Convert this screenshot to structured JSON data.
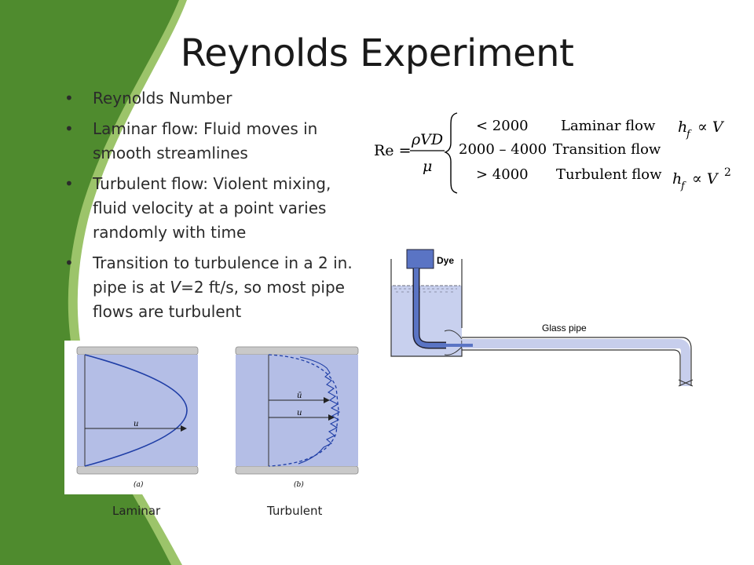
{
  "slide": {
    "title": "Reynolds Experiment",
    "bullets": [
      {
        "id": "reynolds-number",
        "text": "Reynolds Number"
      },
      {
        "id": "laminar",
        "text": "Laminar flow:  Fluid moves in smooth streamlines"
      },
      {
        "id": "turbulent",
        "text": "Turbulent flow: Violent mixing, fluid velocity at a point varies randomly with time"
      },
      {
        "id": "transition",
        "pre": "Transition to turbulence in a 2 in. pipe is at ",
        "italic": "V",
        "post": "=2 ft/s, so most pipe flows are turbulent"
      }
    ],
    "bullet_glyph": "•",
    "colors": {
      "accent_green": "#4f8b2e",
      "light_green": "#9cc46a",
      "pipe_blue": "#b4bee6",
      "curve_blue": "#1f3ea6",
      "dye_blue": "#5a74c4"
    }
  },
  "formula": {
    "lhs": "Re =",
    "numerator": "ρVD",
    "denominator": "μ",
    "cases": [
      {
        "range": "< 2000",
        "regime": "Laminar flow",
        "loss": "h",
        "loss_sub": "f",
        "loss_rel": "∝ V",
        "loss_sup": ""
      },
      {
        "range": "2000 – 4000",
        "regime": "Transition flow",
        "loss": "",
        "loss_sub": "",
        "loss_rel": "",
        "loss_sup": ""
      },
      {
        "range": "> 4000",
        "regime": "Turbulent flow",
        "loss": "h",
        "loss_sub": "f",
        "loss_rel": "∝ V",
        "loss_sup": "2"
      }
    ]
  },
  "figures": {
    "laminar": {
      "panel_label": "(a)",
      "arrow_label": "u",
      "caption": "Laminar"
    },
    "turbulent": {
      "panel_label": "(b)",
      "mean_label": "ū",
      "arrow_label": "u",
      "caption": "Turbulent"
    }
  },
  "apparatus": {
    "dye_label": "Dye",
    "pipe_label": "Glass pipe"
  }
}
